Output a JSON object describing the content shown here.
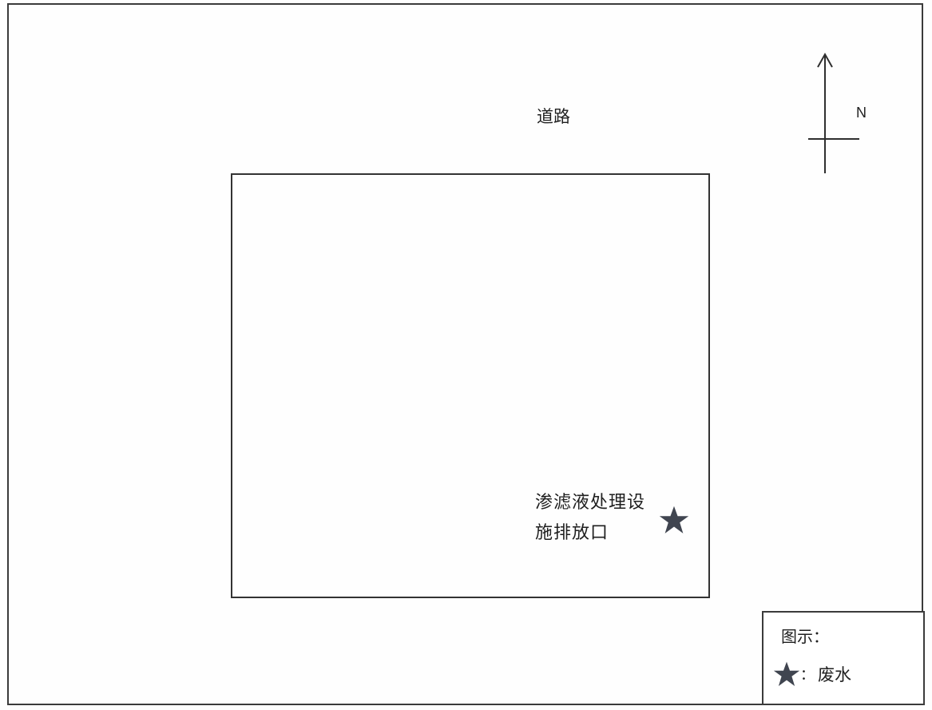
{
  "map": {
    "road_label": "道路",
    "north_label": "N",
    "outlet_label_line1": "渗滤液处理设",
    "outlet_label_line2": "施排放口",
    "outlet_marker_icon": "star-icon",
    "marker_color": "#404550"
  },
  "legend": {
    "title": "图示：",
    "items": [
      {
        "icon": "star-icon",
        "separator": "：",
        "label": "废水"
      }
    ]
  }
}
